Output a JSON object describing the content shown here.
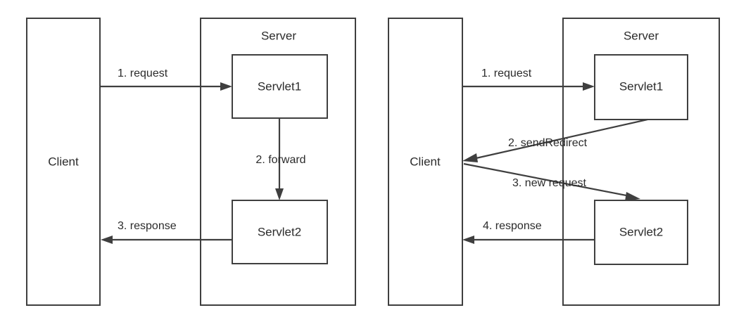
{
  "diagram": {
    "type": "sequence-flow-comparison",
    "background_color": "#ffffff",
    "stroke_color": "#3f3f3f",
    "text_color": "#2b2b2b",
    "panels": [
      {
        "id": "forward-panel",
        "client": {
          "label": "Client"
        },
        "server": {
          "label": "Server"
        },
        "servlets": [
          {
            "id": "servlet1",
            "label": "Servlet1"
          },
          {
            "id": "servlet2",
            "label": "Servlet2"
          }
        ],
        "edges": [
          {
            "id": "edge-1",
            "label": "1. request",
            "from": "client",
            "to": "servlet1"
          },
          {
            "id": "edge-2",
            "label": "2. forward",
            "from": "servlet1",
            "to": "servlet2"
          },
          {
            "id": "edge-3",
            "label": "3. response",
            "from": "servlet2",
            "to": "client"
          }
        ]
      },
      {
        "id": "redirect-panel",
        "client": {
          "label": "Client"
        },
        "server": {
          "label": "Server"
        },
        "servlets": [
          {
            "id": "servlet1",
            "label": "Servlet1"
          },
          {
            "id": "servlet2",
            "label": "Servlet2"
          }
        ],
        "edges": [
          {
            "id": "edge-1",
            "label": "1. request",
            "from": "client",
            "to": "servlet1"
          },
          {
            "id": "edge-2",
            "label": "2. sendRedirect",
            "from": "servlet1",
            "to": "client"
          },
          {
            "id": "edge-3",
            "label": "3. new request",
            "from": "client",
            "to": "servlet2"
          },
          {
            "id": "edge-4",
            "label": "4. response",
            "from": "servlet2",
            "to": "client"
          }
        ]
      }
    ]
  }
}
